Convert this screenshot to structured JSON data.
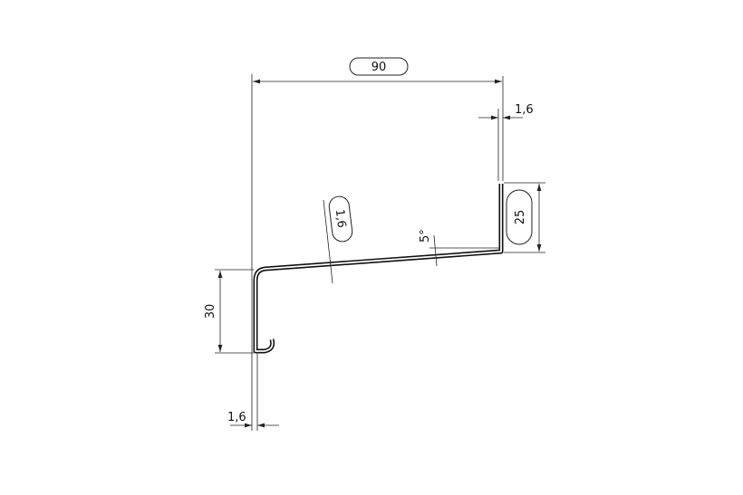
{
  "drawing": {
    "title": "Sheet metal profile cross-section",
    "dimensions": {
      "width": "90",
      "thickness_top": "1,6",
      "thickness_slope": "1,6",
      "upstand_height": "25",
      "angle": "5°",
      "drop_height": "30",
      "thickness_bottom": "1,6"
    },
    "colors": {
      "line": "#111111",
      "background": "#ffffff"
    }
  }
}
